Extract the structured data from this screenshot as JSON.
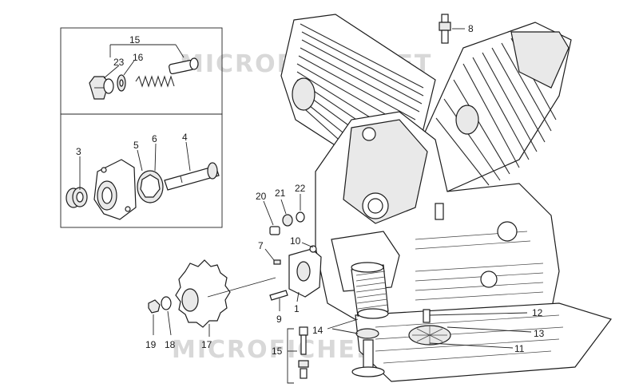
{
  "watermark": "MICROFICHE.NET",
  "callouts": {
    "c15_top": "15",
    "c23": "23",
    "c16": "16",
    "c3": "3",
    "c5": "5",
    "c6": "6",
    "c4": "4",
    "c8": "8",
    "c20": "20",
    "c21": "21",
    "c22": "22",
    "c7": "7",
    "c10": "10",
    "c1": "1",
    "c9": "9",
    "c12": "12",
    "c13": "13",
    "c14": "14",
    "c11": "11",
    "c15_bottom": "15",
    "c19": "19",
    "c18": "18",
    "c17": "17"
  }
}
